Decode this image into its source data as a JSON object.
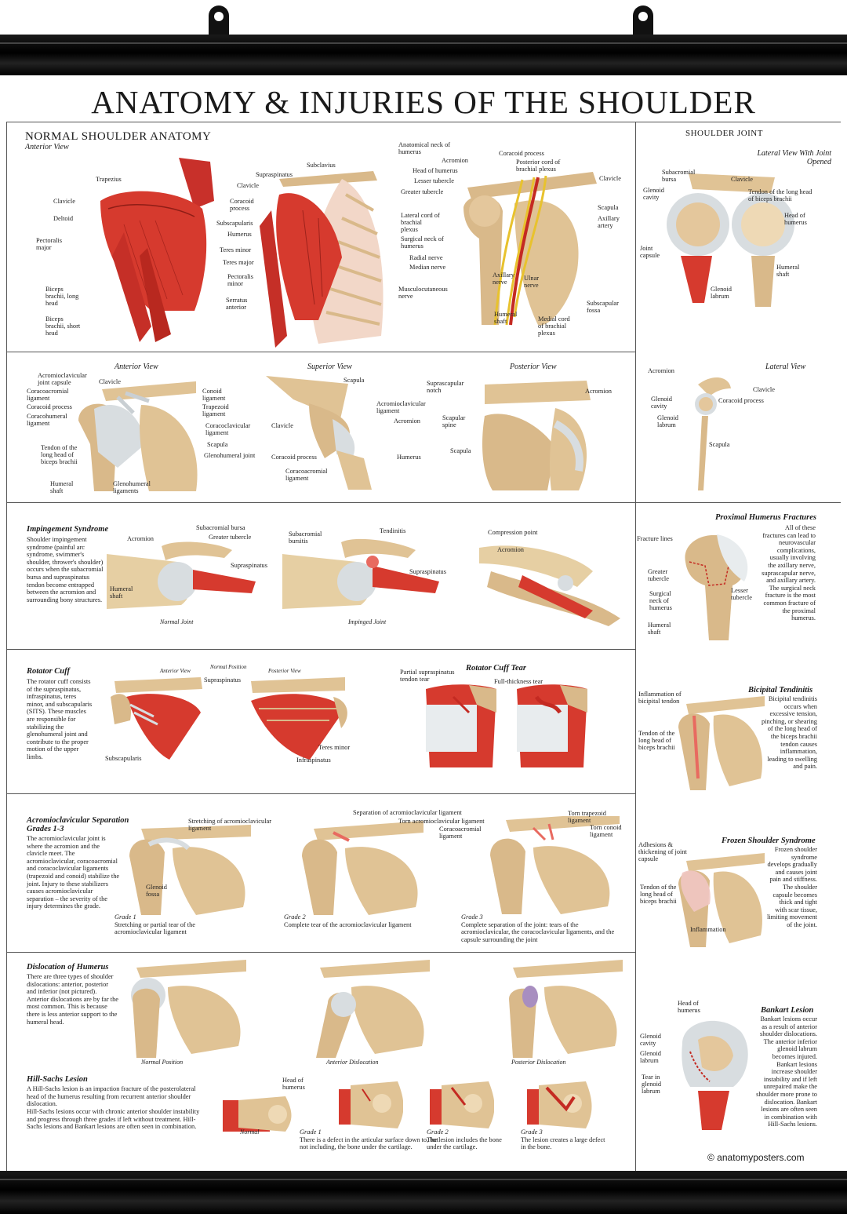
{
  "title": "ANATOMY & INJURIES OF THE SHOULDER",
  "copyright": "© anatomyposters.com",
  "normal": {
    "title": "NORMAL SHOULDER ANATOMY",
    "view": "Anterior View",
    "left_labels": [
      "Trapezius",
      "Clavicle",
      "Deltoid",
      "Pectoralis major",
      "Biceps brachii, long head",
      "Biceps brachii, short head"
    ],
    "mid_labels": [
      "Subclavius",
      "Supraspinatus",
      "Clavicle",
      "Coracoid process",
      "Subscapularis",
      "Humerus",
      "Teres minor",
      "Teres major",
      "Pectoralis minor",
      "Serratus anterior"
    ],
    "right_left_labels": [
      "Anatomical neck of humerus",
      "Acromion",
      "Head of humerus",
      "Lesser tubercle",
      "Greater tubercle",
      "Lateral cord of brachial plexus",
      "Surgical neck of humerus",
      "Radial nerve",
      "Median nerve",
      "Musculocutaneous nerve"
    ],
    "right_right_labels": [
      "Coracoid process",
      "Posterior cord of brachial plexus",
      "Clavicle",
      "Scapula",
      "Axillary artery",
      "Axillary nerve",
      "Ulnar nerve",
      "Humeral shaft",
      "Medial cord of brachial plexus",
      "Subscapular fossa"
    ]
  },
  "joint": {
    "title": "SHOULDER JOINT",
    "view": "Lateral View With Joint Opened",
    "labels": [
      "Subacromial bursa",
      "Clavicle",
      "Glenoid cavity",
      "Tendon of the long head of biceps brachii",
      "Head of humerus",
      "Joint capsule",
      "Humeral shaft",
      "Glenoid labrum"
    ]
  },
  "views": {
    "anterior": {
      "title": "Anterior View",
      "labels": [
        "Acromioclavicular joint capsule",
        "Clavicle",
        "Coracoacromial ligament",
        "Coracoid process",
        "Coracohumeral ligament",
        "Tendon of the long head of biceps brachii",
        "Humeral shaft",
        "Glenohumeral ligaments",
        "Conoid ligament",
        "Trapezoid ligament",
        "Coracoclavicular ligament",
        "Scapula",
        "Glenohumeral joint"
      ]
    },
    "superior": {
      "title": "Superior View",
      "labels": [
        "Scapula",
        "Acromioclavicular ligament",
        "Acromion",
        "Clavicle",
        "Coracoid process",
        "Coracoacromial ligament",
        "Humerus"
      ]
    },
    "posterior": {
      "title": "Posterior View",
      "labels": [
        "Suprascapular notch",
        "Acromion",
        "Scapular spine",
        "Scapula"
      ]
    },
    "lateral": {
      "title": "Lateral View",
      "labels": [
        "Acromion",
        "Clavicle",
        "Glenoid cavity",
        "Coracoid process",
        "Glenoid labrum",
        "Scapula"
      ]
    }
  },
  "impingement": {
    "title": "Impingement Syndrome",
    "text": "Shoulder impingement syndrome (painful arc syndrome, swimmer's shoulder, thrower's shoulder) occurs when the subacromial bursa and supraspinatus tendon become entrapped between the acromion and surrounding bony structures.",
    "labels": [
      "Subacromial bursa",
      "Acromion",
      "Greater tubercle",
      "Supraspinatus",
      "Humeral shaft",
      "Subacromial bursitis",
      "Tendinitis",
      "Supraspinatus",
      "Compression point",
      "Acromion"
    ],
    "captions": [
      "Normal Joint",
      "Impinged Joint"
    ]
  },
  "proximal": {
    "title": "Proximal Humerus Fractures",
    "text": "All of these fractures can lead to neurovascular complications, usually involving the axillary nerve, suprascapular nerve, and axillary artery. The surgical neck fracture is the most common fracture of the proximal humerus.",
    "labels": [
      "Fracture lines",
      "Greater tubercle",
      "Surgical neck of humerus",
      "Humeral shaft",
      "Lesser tubercle"
    ]
  },
  "rotator": {
    "title": "Rotator Cuff",
    "text": "The rotator cuff consists of the supraspinatus, infraspinatus, teres minor, and subscapularis (SITS). These muscles are responsible for stabilizing the glenohumeral joint and contribute to the proper motion of the upper limbs.",
    "normal_position": "Normal Position",
    "anterior_view": "Anterior View",
    "posterior_view": "Posterior View",
    "labels": [
      "Supraspinatus",
      "Subscapularis",
      "Teres minor",
      "Infraspinatus"
    ],
    "tear_title": "Rotator Cuff Tear",
    "tear_labels": [
      "Partial supraspinatus tendon tear",
      "Full-thickness tear"
    ]
  },
  "bicipital": {
    "title": "Bicipital Tendinitis",
    "text": "Bicipital tendinitis occurs when excessive tension, pinching, or shearing of the long head of the biceps brachii tendon causes inflammation, leading to swelling and pain.",
    "labels": [
      "Inflammation of bicipital tendon",
      "Tendon of the long head of biceps brachii"
    ]
  },
  "ac": {
    "title": "Acromioclavicular Separation Grades 1-3",
    "text": "The acromioclavicular joint is where the acromion and the clavicle meet. The acromioclavicular, coracoacromial and coracoclavicular ligaments (trapezoid and conoid) stabilize the joint. Injury to these stabilizers causes acromioclavicular separation – the severity of the injury determines the grade.",
    "labels": [
      "Stretching of acromioclavicular ligament",
      "Glenoid fossa",
      "Separation of acromioclavicular ligament",
      "Torn acromioclavicular ligament",
      "Coracoacromial ligament",
      "Torn trapezoid ligament",
      "Torn conoid ligament"
    ],
    "grades": [
      {
        "g": "Grade 1",
        "t": "Stretching or partial tear of the acromioclavicular ligament"
      },
      {
        "g": "Grade 2",
        "t": "Complete tear of the acromioclavicular ligament"
      },
      {
        "g": "Grade 3",
        "t": "Complete separation of the joint: tears of the acromioclavicular, the coracoclavicular ligaments, and the capsule surrounding the joint"
      }
    ]
  },
  "frozen": {
    "title": "Frozen Shoulder Syndrome",
    "text": "Frozen shoulder syndrome develops gradually and causes joint pain and stiffness. The shoulder capsule becomes thick and tight with scar tissue, limiting movement of the joint.",
    "labels": [
      "Adhesions & thickening of joint capsule",
      "Tendon of the long head of biceps brachii",
      "Inflammation"
    ]
  },
  "dislocation": {
    "title": "Dislocation of Humerus",
    "text": "There are three types of shoulder dislocations: anterior, posterior and inferior (not pictured). Anterior dislocations are by far the most common. This is because there is less anterior support to the humeral head.",
    "captions": [
      "Normal Position",
      "Anterior Dislocation",
      "Posterior Dislocation"
    ]
  },
  "hill": {
    "title": "Hill-Sachs Lesion",
    "text1": "A Hill-Sachs lesion is an impaction fracture of the posterolateral head of the humerus resulting from recurrent anterior shoulder dislocation.",
    "text2": "Hill-Sachs lesions occur with chronic anterior shoulder instability and progress through three grades if left without treatment. Hill-Sachs lesions and Bankart lesions are often seen in combination.",
    "head_label": "Head of humerus",
    "normal": "Normal",
    "grades": [
      {
        "g": "Grade 1",
        "t": "There is a defect in the articular surface down to, but not including, the bone under the cartilage."
      },
      {
        "g": "Grade 2",
        "t": "The lesion includes the bone under the cartilage."
      },
      {
        "g": "Grade 3",
        "t": "The lesion creates a large defect in the bone."
      }
    ]
  },
  "bankart": {
    "title": "Bankart Lesion",
    "text": "Bankart lesions occur as a result of anterior shoulder dislocations. The anterior inferior glenoid labrum becomes injured. Bankart lesions increase shoulder instability and if left unrepaired make the shoulder more prone to dislocation. Bankart lesions are often seen in combination with Hill-Sachs lesions.",
    "labels": [
      "Head of humerus",
      "Glenoid cavity",
      "Glenoid labrum",
      "Tear in glenoid labrum"
    ]
  },
  "colors": {
    "muscle": "#d63a2e",
    "bone": "#d9b98a",
    "ligament": "#d8dde0",
    "rod": "#111111"
  }
}
